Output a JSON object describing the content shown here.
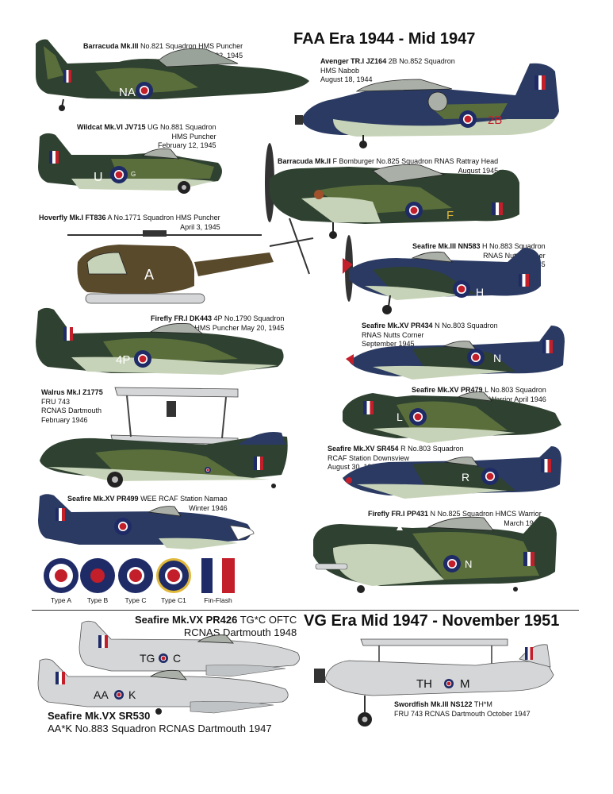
{
  "titles": {
    "faa": "FAA Era  1944 - Mid 1947",
    "vg": "VG Era  Mid 1947 - November 1951"
  },
  "captions": [
    {
      "name": "Barracuda Mk.III",
      "rest": " No.821 Squadron HMS Puncher",
      "lines": [
        "February 22, 1945"
      ]
    },
    {
      "name": "Avenger TR.I JZ164",
      "rest": " 2B No.852 Squadron",
      "lines": [
        "HMS Nabob",
        "August 18, 1944"
      ]
    },
    {
      "name": "Wildcat Mk.VI JV715",
      "rest": " UG No.881 Squadron",
      "lines": [
        "HMS Puncher",
        "February 12, 1945"
      ]
    },
    {
      "name": "Barracuda Mk.II",
      "rest": " F Bomburger No.825 Squadron RNAS Rattray Head",
      "lines": [
        "August 1945"
      ]
    },
    {
      "name": "Hoverfly Mk.I FT836",
      "rest": " A No.1771 Squadron HMS Puncher",
      "lines": [
        "April 3, 1945"
      ]
    },
    {
      "name": "Seafire Mk.III NN583",
      "rest": " H No.883 Squadron",
      "lines": [
        "RNAS Nutts Corner",
        "November 1945"
      ]
    },
    {
      "name": "Firefly FR.I DK443",
      "rest": " 4P No.1790 Squadron",
      "lines": [
        "HMS Puncher May 20, 1945"
      ]
    },
    {
      "name": "Seafire Mk.XV PR434",
      "rest": " N No.803 Squadron",
      "lines": [
        "RNAS Nutts Corner",
        "September 1945"
      ]
    },
    {
      "name": "Walrus Mk.I Z1775",
      "rest": "",
      "lines": [
        "FRU 743",
        "RCNAS Dartmouth",
        "February 1946"
      ]
    },
    {
      "name": "Seafire Mk.XV PR479",
      "rest": " L No.803 Squadron",
      "lines": [
        "HMCS Warrior April 1946"
      ]
    },
    {
      "name": "Seafire Mk.XV SR454",
      "rest": " R No.803 Squadron",
      "lines": [
        "RCAF Station Downsview",
        "August 30, 1946"
      ]
    },
    {
      "name": "Seafire Mk.XV PR499",
      "rest": " WEE RCAF Station Namao",
      "lines": [
        "Winter 1946"
      ]
    },
    {
      "name": "Firefly FR.I PP431",
      "rest": " N No.825 Squadron HMCS Warrior",
      "lines": [
        "March 1947"
      ]
    },
    {
      "name": "Seafire Mk.VX PR426",
      "rest": " TG*C OFTC",
      "lines": [
        "RCNAS Dartmouth 1948"
      ]
    },
    {
      "name": "Seafire Mk.VX SR530",
      "rest": "",
      "lines": [
        "AA*K No.883 Squadron RCNAS Dartmouth 1947"
      ]
    },
    {
      "name": "Swordfish Mk.III NS122",
      "rest": " TH*M",
      "lines": [
        "FRU 743 RCNAS Dartmouth October 1947"
      ]
    }
  ],
  "codes": {
    "barracuda3": "NA",
    "avenger": "2B",
    "wildcat": "U",
    "wildcat_sub": "G",
    "barracuda2": "F",
    "hoverfly": "A",
    "seafire3": "H",
    "firefly1": "4P",
    "seafire434": "N",
    "seafire479": "L",
    "seafire454": "R",
    "firefly2": "N",
    "pr426_a": "TG",
    "pr426_b": "C",
    "sr530_a": "AA",
    "sr530_b": "K",
    "swordfish_a": "TH",
    "swordfish_b": "M"
  },
  "legend": {
    "items": [
      "Type A",
      "Type B",
      "Type C",
      "Type C1",
      "Fin-Flash"
    ]
  },
  "colors": {
    "dark_slate": "#2f4130",
    "green": "#5a6e3c",
    "navy": "#2b3a62",
    "sky": "#c7d3b8",
    "silver": "#d4d6d8",
    "red": "#c21f2b",
    "blue_roundel": "#1f2b66",
    "yellow": "#e0b83a",
    "khaki": "#5a4a2c"
  }
}
